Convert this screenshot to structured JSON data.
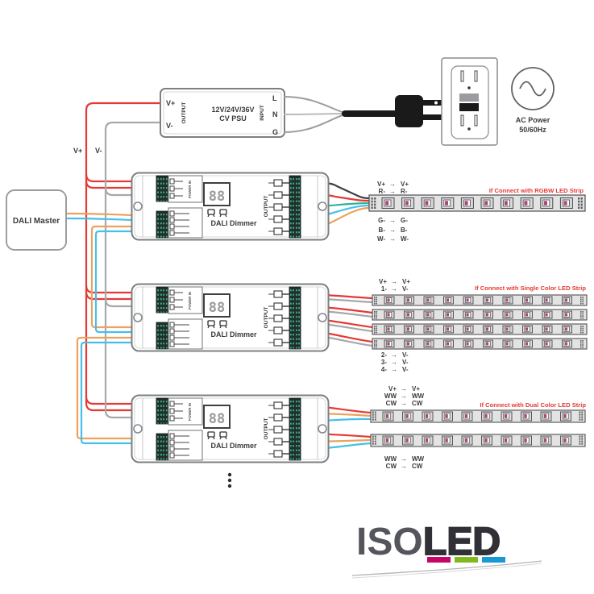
{
  "psu": {
    "v_plus": "V+",
    "v_minus": "V-",
    "output_label": "OUTPUT",
    "model_line1": "12V/24V/36V",
    "model_line2": "CV PSU",
    "input_label": "INPUT",
    "terminal_l": "L",
    "terminal_n": "N",
    "terminal_g": "G"
  },
  "ac": {
    "line1": "AC Power",
    "line2": "50/60Hz"
  },
  "feed": {
    "v_plus": "V+",
    "v_minus": "V-"
  },
  "dali_master": {
    "label": "DALI Master"
  },
  "dimmer": {
    "power_in": "POWER IN",
    "display": "88",
    "label": "DALI Dimmer",
    "output_label": "OUTPUT"
  },
  "glyphs": {
    "arrow": "→"
  },
  "rgbw": {
    "title": "If Connect with RGBW LED Strip",
    "above": [
      {
        "from": "V+",
        "to": "V+"
      },
      {
        "from": "R-",
        "to": "R-"
      }
    ],
    "below": [
      {
        "from": "G-",
        "to": "G-"
      },
      {
        "from": "B-",
        "to": "B-"
      },
      {
        "from": "W-",
        "to": "W-"
      }
    ]
  },
  "single": {
    "title": "If Connect with Single Color LED Strip",
    "above": [
      {
        "from": "V+",
        "to": "V+"
      },
      {
        "from": "1-",
        "to": "V-"
      }
    ],
    "below": [
      {
        "from": "2-",
        "to": "V-"
      },
      {
        "from": "3-",
        "to": "V-"
      },
      {
        "from": "4-",
        "to": "V-"
      }
    ]
  },
  "dual": {
    "title": "If Connect with Dual Color LED Strip",
    "above": [
      {
        "from": "V+",
        "to": "V+"
      },
      {
        "from": "WW",
        "to": "WW"
      },
      {
        "from": "CW",
        "to": "CW"
      }
    ],
    "below": [
      {
        "from": "WW",
        "to": "WW"
      },
      {
        "from": "CW",
        "to": "CW"
      }
    ]
  },
  "logo": {
    "part1": "ISO",
    "part2": "LED"
  },
  "colors": {
    "wire_red": "#e53935",
    "wire_gray": "#a6a8ab",
    "wire_orange": "#eda15e",
    "wire_cyan": "#45c0e8",
    "wire_green": "#2eb598",
    "wire_black": "#3f3f43",
    "label_red": "#e53935",
    "logo_magenta": "#c50667",
    "logo_green": "#83b71f",
    "logo_blue": "#1899d6"
  }
}
